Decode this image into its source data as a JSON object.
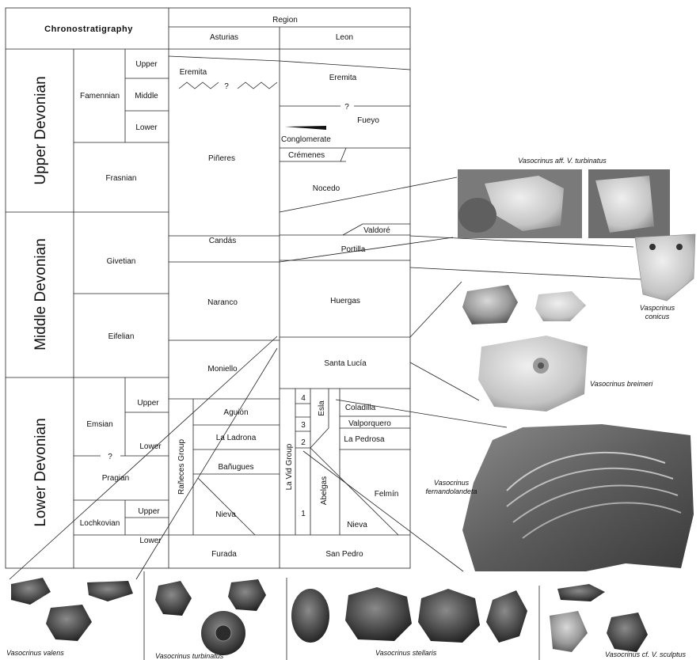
{
  "header": {
    "chronostratigraphy": "Chronostratigraphy",
    "region": "Region",
    "asturias": "Asturias",
    "leon": "Leon"
  },
  "series": {
    "upper_devonian": "Upper Devonian",
    "middle_devonian": "Middle Devonian",
    "lower_devonian": "Lower Devonian"
  },
  "stages": {
    "famennian": "Famennian",
    "frasnian": "Frasnian",
    "givetian": "Givetian",
    "eifelian": "Eifelian",
    "emsian": "Emsian",
    "pragian": "Pragian",
    "lochkovian": "Lochkovian",
    "upper": "Upper",
    "middle": "Middle",
    "lower": "Lower",
    "question": "?"
  },
  "asturias": {
    "eremita": "Eremita",
    "pineres": "Piñeres",
    "candas": "Candás",
    "naranco": "Naranco",
    "moniello": "Moniello",
    "ranneces_group": "Rañeces Group",
    "aguion": "Aguión",
    "la_ladrona": "La Ladrona",
    "banugues": "Bañugues",
    "nieva": "Nieva",
    "furada": "Furada"
  },
  "leon": {
    "eremita": "Eremita",
    "fueyo": "Fueyo",
    "conglomerate": "Conglomerate",
    "cremenes": "Crémenes",
    "nocedo": "Nocedo",
    "valdore": "Valdoré",
    "portilla": "Portilla",
    "huergas": "Huergas",
    "santa_lucia": "Santa Lucía",
    "la_vid_group": "La Vid Group",
    "esla": "Esla",
    "coladilla": "Coladilla",
    "valporquero": "Valporquero",
    "la_pedrosa": "La Pedrosa",
    "felmin": "Felmín",
    "abelgas": "Abelgas",
    "nieva": "Nieva",
    "san_pedro": "San Pedro",
    "n1": "1",
    "n2": "2",
    "n3": "3",
    "n4": "4"
  },
  "fossils": {
    "aff_turbinatus": "Vasocrinus aff. V. turbinatus",
    "conicus_1": "Vaspcrinus",
    "conicus_2": "conicus",
    "breimeri": "Vasocrinus breimeri",
    "fernandolandeta_1": "Vasocrinus",
    "fernandolandeta_2": "fernandolandeta",
    "valens": "Vasocrinus valens",
    "turbinatus": "Vasocrinus turbinatus",
    "stellaris": "Vasocrinus stellaris",
    "sculptus": "Vasocrinus cf. V. sculptus"
  }
}
